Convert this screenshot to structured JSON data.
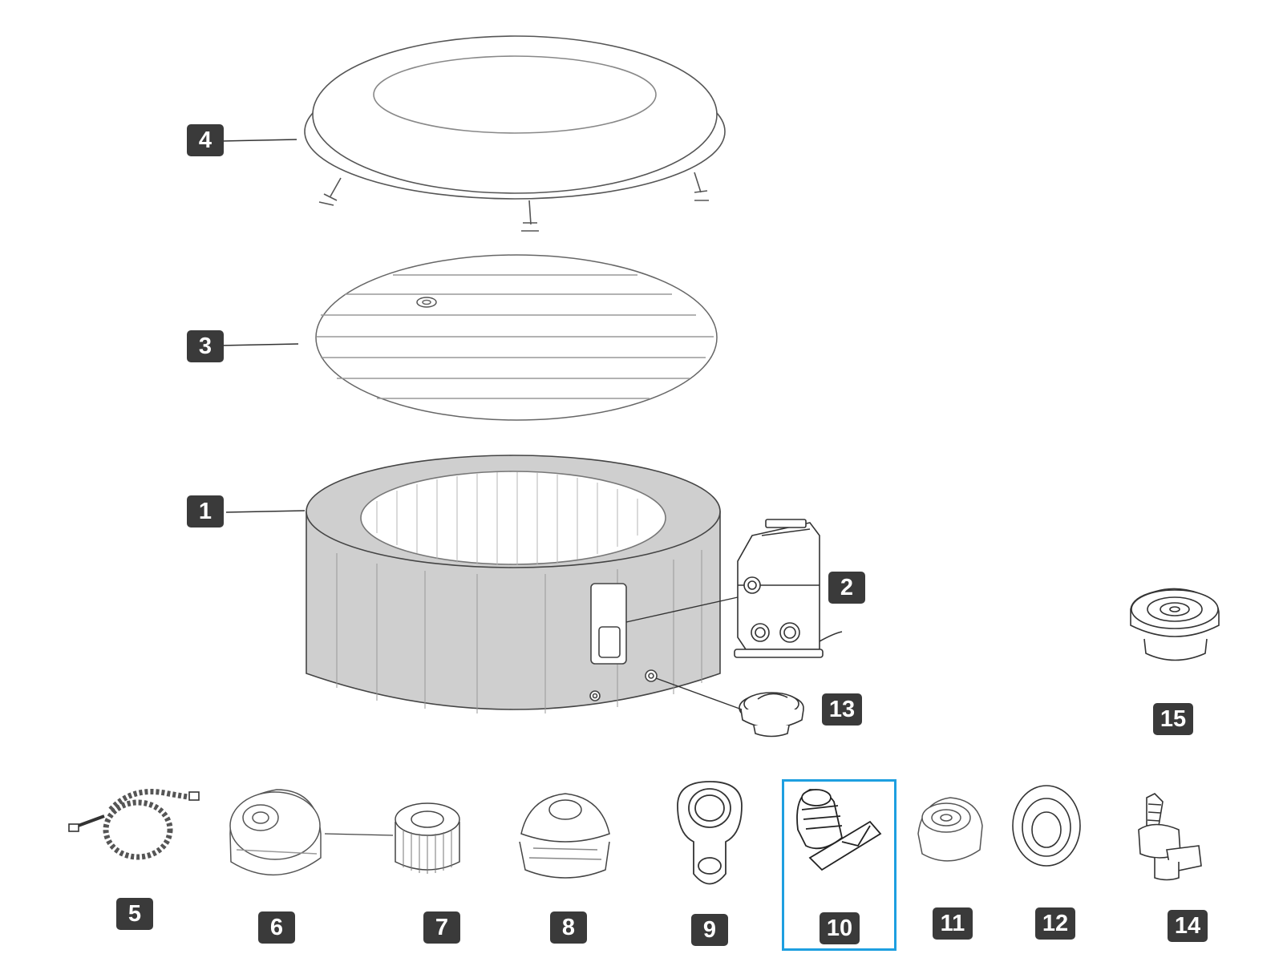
{
  "diagram": {
    "parts": [
      {
        "id": "1",
        "label": "1"
      },
      {
        "id": "2",
        "label": "2"
      },
      {
        "id": "3",
        "label": "3"
      },
      {
        "id": "4",
        "label": "4"
      },
      {
        "id": "5",
        "label": "5"
      },
      {
        "id": "6",
        "label": "6"
      },
      {
        "id": "7",
        "label": "7"
      },
      {
        "id": "8",
        "label": "8"
      },
      {
        "id": "9",
        "label": "9"
      },
      {
        "id": "10",
        "label": "10"
      },
      {
        "id": "11",
        "label": "11"
      },
      {
        "id": "12",
        "label": "12"
      },
      {
        "id": "13",
        "label": "13"
      },
      {
        "id": "14",
        "label": "14"
      },
      {
        "id": "15",
        "label": "15"
      }
    ],
    "selected_part": "10",
    "colors": {
      "badge": "#3a3a3a",
      "badge_text": "#ffffff",
      "highlight": "#1e9fe0",
      "tub_wall": "#cfcfcf",
      "outline": "#333333"
    }
  }
}
